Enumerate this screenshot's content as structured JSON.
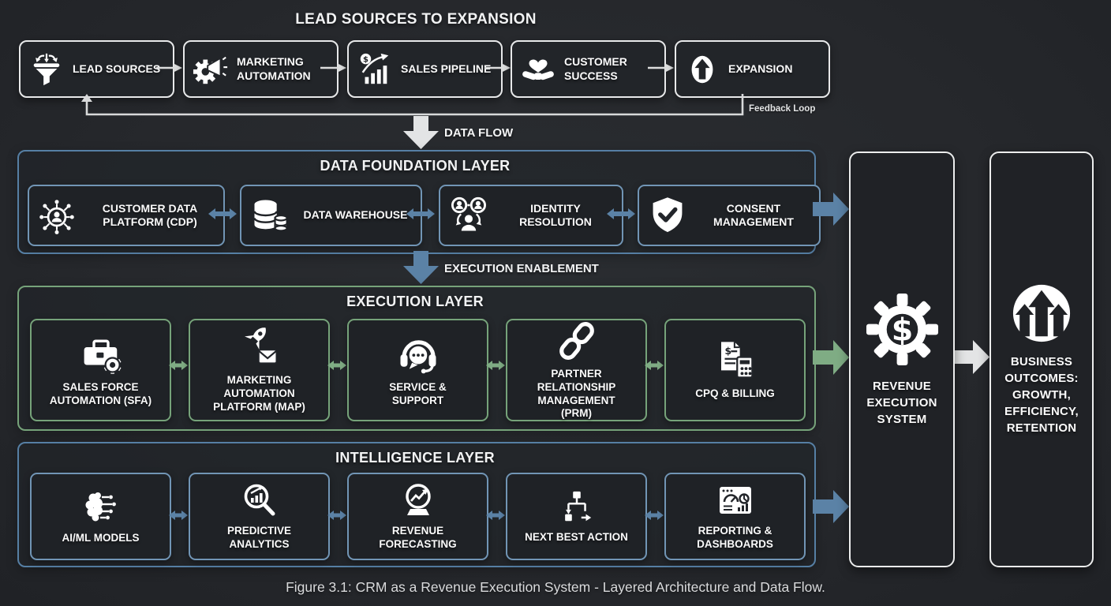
{
  "title_top": "LEAD SOURCES TO EXPANSION",
  "top_flow": {
    "boxes": [
      {
        "label": "LEAD SOURCES",
        "icon": "funnel-icon"
      },
      {
        "label": "MARKETING AUTOMATION",
        "icon": "megaphone-gear-icon"
      },
      {
        "label": "SALES PIPELINE",
        "icon": "sales-growth-icon"
      },
      {
        "label": "CUSTOMER SUCCESS",
        "icon": "handshake-heart-icon"
      },
      {
        "label": "EXPANSION",
        "icon": "up-arrow-oval-icon"
      }
    ],
    "feedback_label": "Feedback Loop"
  },
  "connectors": {
    "data_flow_label": "DATA FLOW",
    "execution_enablement_label": "EXECUTION ENABLEMENT"
  },
  "layers": {
    "foundation": {
      "title": "DATA FOUNDATION LAYER",
      "boxes": [
        {
          "label": "CUSTOMER DATA PLATFORM (CDP)",
          "icon": "network-user-icon"
        },
        {
          "label": "DATA WAREHOUSE",
          "icon": "database-icon"
        },
        {
          "label": "IDENTITY RESOLUTION",
          "icon": "identity-merge-icon"
        },
        {
          "label": "CONSENT MANAGEMENT",
          "icon": "shield-check-icon"
        }
      ]
    },
    "execution": {
      "title": "EXECUTION LAYER",
      "boxes": [
        {
          "label": "SALES FORCE AUTOMATION (SFA)",
          "icon": "briefcase-gear-icon"
        },
        {
          "label": "MARKETING AUTOMATION PLATFORM (MAP)",
          "icon": "rocket-mail-icon"
        },
        {
          "label": "SERVICE & SUPPORT",
          "icon": "headset-icon"
        },
        {
          "label": "PARTNER RELATIONSHIP MANAGEMENT (PRM)",
          "icon": "chain-link-icon"
        },
        {
          "label": "CPQ & BILLING",
          "icon": "invoice-calculator-icon"
        }
      ]
    },
    "intelligence": {
      "title": "INTELLIGENCE LAYER",
      "boxes": [
        {
          "label": "AI/ML MODELS",
          "icon": "brain-circuit-icon"
        },
        {
          "label": "PREDICTIVE ANALYTICS",
          "icon": "magnifier-chart-icon"
        },
        {
          "label": "REVENUE FORECASTING",
          "icon": "crystal-ball-icon"
        },
        {
          "label": "NEXT BEST ACTION",
          "icon": "decision-flow-icon"
        },
        {
          "label": "REPORTING & DASHBOARDS",
          "icon": "dashboard-icon"
        }
      ]
    }
  },
  "right_column": {
    "revenue_system_label": "REVENUE EXECUTION SYSTEM",
    "revenue_system_icon": "gear-dollar-icon",
    "outcomes_label": "BUSINESS OUTCOMES: GROWTH, EFFICIENCY, RETENTION",
    "outcomes_icon": "triple-growth-icon"
  },
  "caption": "Figure 3.1: CRM as a Revenue Execution System - Layered Architecture and Data Flow.",
  "colors": {
    "background": "#26282c",
    "blue_accent": "#567fa4",
    "blue_node_border": "#7195b5",
    "green_accent": "#76a37a",
    "white_accent": "#e8e9ea",
    "arrow_blue": "#5b82a6",
    "arrow_green": "#7fac84",
    "arrow_white": "#dcdddd"
  }
}
